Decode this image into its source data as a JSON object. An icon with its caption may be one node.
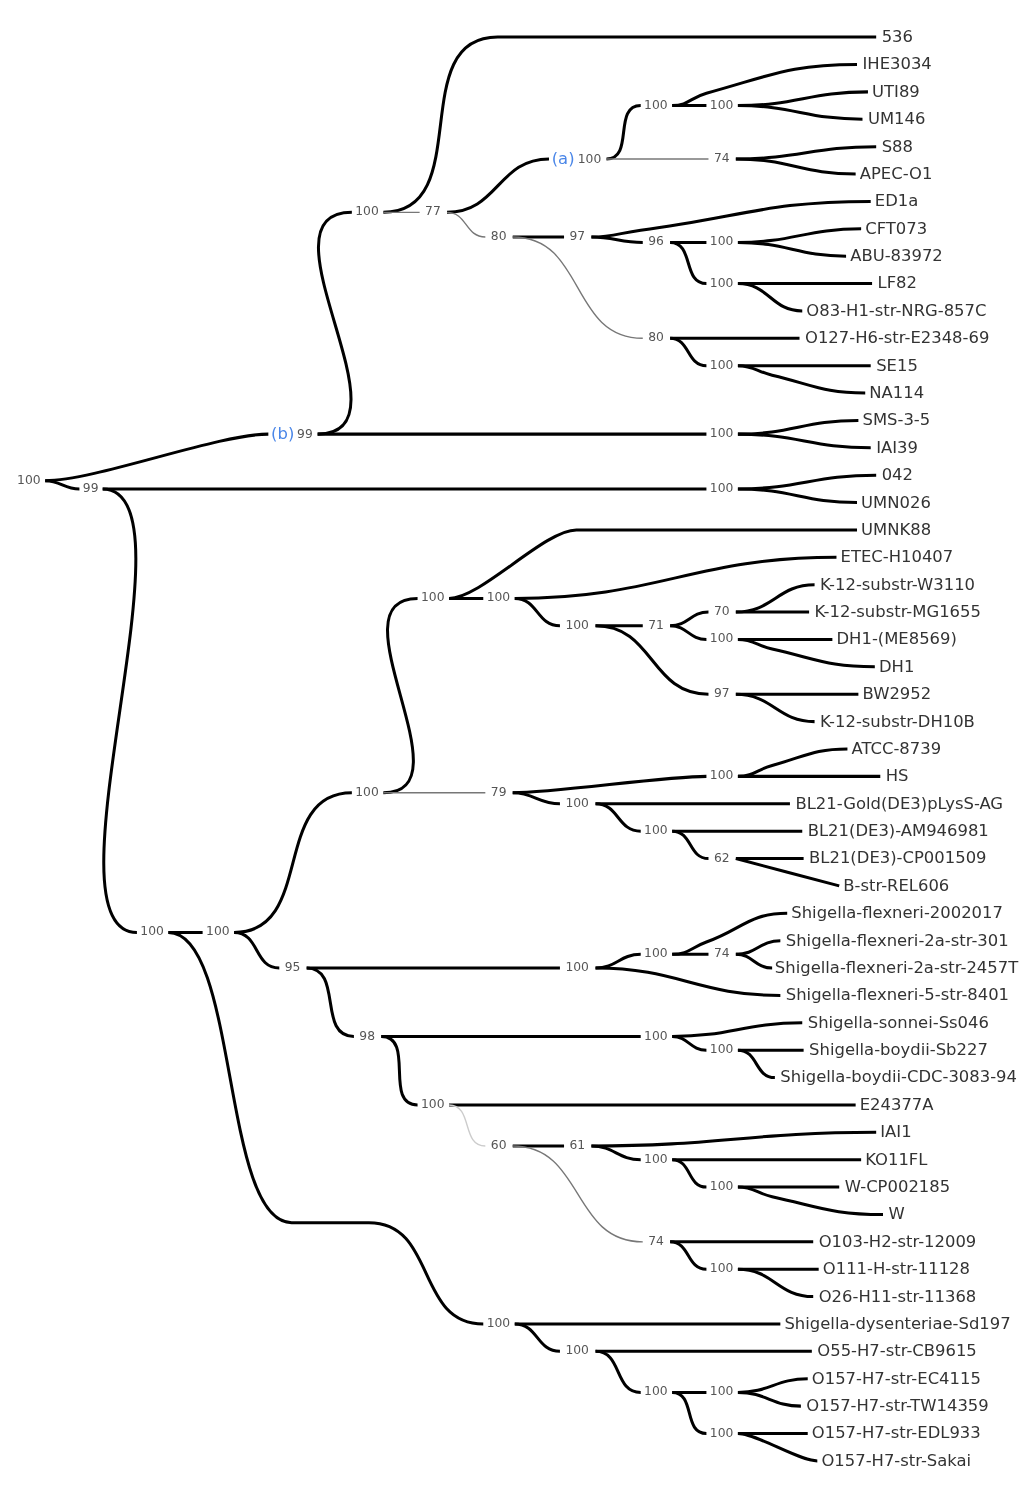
{
  "diagram": {
    "nodes": [
      {
        "text": [
          "100"
        ]
      },
      {
        "text": [
          "99"
        ],
        "beside": [
          "(b)"
        ]
      },
      {
        "text": [
          "100"
        ]
      },
      {
        "text": [
          "536"
        ]
      },
      {
        "text": [
          "77"
        ]
      },
      {
        "text": [
          "100"
        ],
        "beside": [
          "(a)"
        ]
      },
      {
        "text": [
          "100"
        ]
      },
      {
        "text": [
          "IHE3034"
        ]
      },
      {
        "text": [
          "100"
        ]
      },
      {
        "text": [
          "UTI89"
        ]
      },
      {
        "text": [
          "UM146"
        ]
      },
      {
        "text": [
          "74"
        ]
      },
      {
        "text": [
          "S88"
        ]
      },
      {
        "text": [
          "APEC-O1"
        ]
      },
      {
        "text": [
          "80"
        ]
      },
      {
        "text": [
          "97"
        ]
      },
      {
        "text": [
          "ED1a"
        ]
      },
      {
        "text": [
          "96"
        ]
      },
      {
        "text": [
          "100"
        ]
      },
      {
        "text": [
          "CFT073"
        ]
      },
      {
        "text": [
          "ABU-83972"
        ]
      },
      {
        "text": [
          "100"
        ]
      },
      {
        "text": [
          "LF82"
        ]
      },
      {
        "text": [
          "O83-H1-str-NRG-857C"
        ]
      },
      {
        "text": [
          "80"
        ]
      },
      {
        "text": [
          "O127-H6-str-E2348-69"
        ]
      },
      {
        "text": [
          "100"
        ]
      },
      {
        "text": [
          "SE15"
        ]
      },
      {
        "text": [
          "NA114"
        ]
      },
      {
        "text": [
          "100"
        ]
      },
      {
        "text": [
          "SMS-3-5"
        ]
      },
      {
        "text": [
          "IAI39"
        ]
      },
      {
        "text": [
          "99"
        ]
      },
      {
        "text": [
          "100"
        ]
      },
      {
        "text": [
          "042"
        ]
      },
      {
        "text": [
          "UMN026"
        ]
      },
      {
        "text": [
          "100"
        ]
      },
      {
        "text": [
          "100"
        ]
      },
      {
        "text": [
          "100"
        ]
      },
      {
        "text": [
          "100"
        ]
      },
      {
        "text": [
          "UMNK88"
        ]
      },
      {
        "text": [
          "100"
        ]
      },
      {
        "text": [
          "ETEC-H10407"
        ]
      },
      {
        "text": [
          "100"
        ]
      },
      {
        "text": [
          "71"
        ]
      },
      {
        "text": [
          "70"
        ]
      },
      {
        "text": [
          "K-12-substr-W3110"
        ]
      },
      {
        "text": [
          "K-12-substr-MG1655"
        ]
      },
      {
        "text": [
          "100"
        ]
      },
      {
        "text": [
          "DH1-(ME8569)"
        ]
      },
      {
        "text": [
          "DH1"
        ]
      },
      {
        "text": [
          "97"
        ]
      },
      {
        "text": [
          "BW2952"
        ]
      },
      {
        "text": [
          "K-12-substr-DH10B"
        ]
      },
      {
        "text": [
          "79"
        ]
      },
      {
        "text": [
          "100"
        ]
      },
      {
        "text": [
          "ATCC-8739"
        ]
      },
      {
        "text": [
          "HS"
        ]
      },
      {
        "text": [
          "100"
        ]
      },
      {
        "text": [
          "BL21-Gold(DE3)pLysS-AG"
        ]
      },
      {
        "text": [
          "100"
        ]
      },
      {
        "text": [
          "BL21(DE3)-AM946981"
        ]
      },
      {
        "text": [
          "62"
        ]
      },
      {
        "text": [
          "BL21(DE3)-CP001509"
        ]
      },
      {
        "text": [
          "B-str-REL606"
        ]
      },
      {
        "text": [
          "95"
        ]
      },
      {
        "text": [
          "100"
        ]
      },
      {
        "text": [
          "100"
        ]
      },
      {
        "text": [
          "Shigella-flexneri-2002017"
        ]
      },
      {
        "text": [
          "74"
        ]
      },
      {
        "text": [
          "Shigella-flexneri-2a-str-301"
        ]
      },
      {
        "text": [
          "Shigella-flexneri-2a-str-2457T"
        ]
      },
      {
        "text": [
          "Shigella-flexneri-5-str-8401"
        ]
      },
      {
        "text": [
          "98"
        ]
      },
      {
        "text": [
          "100"
        ]
      },
      {
        "text": [
          "Shigella-sonnei-Ss046"
        ]
      },
      {
        "text": [
          "100"
        ]
      },
      {
        "text": [
          "Shigella-boydii-Sb227"
        ]
      },
      {
        "text": [
          "Shigella-boydii-CDC-3083-94"
        ]
      },
      {
        "text": [
          "100"
        ]
      },
      {
        "text": [
          "E24377A"
        ]
      },
      {
        "text": [
          "60"
        ]
      },
      {
        "text": [
          "61"
        ]
      },
      {
        "text": [
          "IAI1"
        ]
      },
      {
        "text": [
          "100"
        ]
      },
      {
        "text": [
          "KO11FL"
        ]
      },
      {
        "text": [
          "100"
        ]
      },
      {
        "text": [
          "W-CP002185"
        ]
      },
      {
        "text": [
          "W"
        ]
      },
      {
        "text": [
          "74"
        ]
      },
      {
        "text": [
          "O103-H2-str-12009"
        ]
      },
      {
        "text": [
          "100"
        ]
      },
      {
        "text": [
          "O111-H-str-11128"
        ]
      },
      {
        "text": [
          "O26-H11-str-11368"
        ]
      },
      {
        "text": [
          "100"
        ]
      },
      {
        "text": [
          "Shigella-dysenteriae-Sd197"
        ]
      },
      {
        "text": [
          "100"
        ]
      },
      {
        "text": [
          "O55-H7-str-CB9615"
        ]
      },
      {
        "text": [
          "100"
        ]
      },
      {
        "text": [
          "100"
        ]
      },
      {
        "text": [
          "O157-H7-str-EC4115"
        ]
      },
      {
        "text": [
          "O157-H7-str-TW14359"
        ]
      },
      {
        "text": [
          "100"
        ]
      },
      {
        "text": [
          "O157-H7-str-EDL933"
        ]
      },
      {
        "text": [
          "O157-H7-str-Sakai"
        ]
      }
    ],
    "edges": [
      {
        "from": 0,
        "to": 1,
        "arrow": "none"
      },
      {
        "from": 0,
        "to": 32,
        "arrow": "none"
      },
      {
        "from": 1,
        "to": 2,
        "arrow": "none"
      },
      {
        "from": 1,
        "to": 29,
        "arrow": "none"
      },
      {
        "from": 2,
        "to": 3,
        "arrow": "none"
      },
      {
        "from": 2,
        "to": 4,
        "arrow": "none",
        "color": "#777777"
      },
      {
        "from": 4,
        "to": 5,
        "arrow": "none"
      },
      {
        "from": 4,
        "to": 14,
        "arrow": "none",
        "color": "#777777"
      },
      {
        "from": 5,
        "to": 6,
        "arrow": "none"
      },
      {
        "from": 5,
        "to": 11,
        "arrow": "none",
        "color": "#777777"
      },
      {
        "from": 6,
        "to": 7,
        "arrow": "none"
      },
      {
        "from": 6,
        "to": 8,
        "arrow": "none"
      },
      {
        "from": 8,
        "to": 9,
        "arrow": "none"
      },
      {
        "from": 8,
        "to": 10,
        "arrow": "none"
      },
      {
        "from": 11,
        "to": 12,
        "arrow": "none"
      },
      {
        "from": 11,
        "to": 13,
        "arrow": "none"
      },
      {
        "from": 14,
        "to": 15,
        "arrow": "none"
      },
      {
        "from": 14,
        "to": 24,
        "arrow": "none",
        "color": "#777777"
      },
      {
        "from": 15,
        "to": 16,
        "arrow": "none"
      },
      {
        "from": 15,
        "to": 17,
        "arrow": "none"
      },
      {
        "from": 17,
        "to": 18,
        "arrow": "none"
      },
      {
        "from": 17,
        "to": 21,
        "arrow": "none"
      },
      {
        "from": 18,
        "to": 19,
        "arrow": "none"
      },
      {
        "from": 18,
        "to": 20,
        "arrow": "none"
      },
      {
        "from": 21,
        "to": 22,
        "arrow": "none"
      },
      {
        "from": 21,
        "to": 23,
        "arrow": "none"
      },
      {
        "from": 24,
        "to": 25,
        "arrow": "none"
      },
      {
        "from": 24,
        "to": 26,
        "arrow": "none"
      },
      {
        "from": 26,
        "to": 27,
        "arrow": "none"
      },
      {
        "from": 26,
        "to": 28,
        "arrow": "none"
      },
      {
        "from": 29,
        "to": 30,
        "arrow": "none"
      },
      {
        "from": 29,
        "to": 31,
        "arrow": "none"
      },
      {
        "from": 32,
        "to": 33,
        "arrow": "none"
      },
      {
        "from": 32,
        "to": 36,
        "arrow": "none"
      },
      {
        "from": 33,
        "to": 34,
        "arrow": "none"
      },
      {
        "from": 33,
        "to": 35,
        "arrow": "none"
      },
      {
        "from": 36,
        "to": 37,
        "arrow": "none"
      },
      {
        "from": 36,
        "to": 94,
        "arrow": "none"
      },
      {
        "from": 37,
        "to": 38,
        "arrow": "none"
      },
      {
        "from": 37,
        "to": 65,
        "arrow": "none"
      },
      {
        "from": 38,
        "to": 39,
        "arrow": "none"
      },
      {
        "from": 38,
        "to": 54,
        "arrow": "none",
        "color": "#777777"
      },
      {
        "from": 39,
        "to": 40,
        "arrow": "none"
      },
      {
        "from": 39,
        "to": 41,
        "arrow": "none"
      },
      {
        "from": 41,
        "to": 42,
        "arrow": "none"
      },
      {
        "from": 41,
        "to": 43,
        "arrow": "none"
      },
      {
        "from": 43,
        "to": 44,
        "arrow": "none"
      },
      {
        "from": 43,
        "to": 51,
        "arrow": "none"
      },
      {
        "from": 44,
        "to": 45,
        "arrow": "none"
      },
      {
        "from": 44,
        "to": 48,
        "arrow": "none"
      },
      {
        "from": 45,
        "to": 46,
        "arrow": "none"
      },
      {
        "from": 45,
        "to": 47,
        "arrow": "none"
      },
      {
        "from": 48,
        "to": 49,
        "arrow": "none"
      },
      {
        "from": 48,
        "to": 50,
        "arrow": "none"
      },
      {
        "from": 51,
        "to": 52,
        "arrow": "none"
      },
      {
        "from": 51,
        "to": 53,
        "arrow": "none"
      },
      {
        "from": 54,
        "to": 55,
        "arrow": "none"
      },
      {
        "from": 54,
        "to": 58,
        "arrow": "none"
      },
      {
        "from": 55,
        "to": 56,
        "arrow": "none"
      },
      {
        "from": 55,
        "to": 57,
        "arrow": "none"
      },
      {
        "from": 58,
        "to": 59,
        "arrow": "none"
      },
      {
        "from": 58,
        "to": 60,
        "arrow": "none"
      },
      {
        "from": 60,
        "to": 61,
        "arrow": "none"
      },
      {
        "from": 60,
        "to": 62,
        "arrow": "none"
      },
      {
        "from": 62,
        "to": 63,
        "arrow": "none"
      },
      {
        "from": 62,
        "to": 64,
        "arrow": "none"
      },
      {
        "from": 65,
        "to": 66,
        "arrow": "none"
      },
      {
        "from": 65,
        "to": 73,
        "arrow": "none"
      },
      {
        "from": 66,
        "to": 67,
        "arrow": "none"
      },
      {
        "from": 66,
        "to": 72,
        "arrow": "none"
      },
      {
        "from": 67,
        "to": 68,
        "arrow": "none"
      },
      {
        "from": 67,
        "to": 69,
        "arrow": "none"
      },
      {
        "from": 69,
        "to": 70,
        "arrow": "none"
      },
      {
        "from": 69,
        "to": 71,
        "arrow": "none"
      },
      {
        "from": 73,
        "to": 74,
        "arrow": "none"
      },
      {
        "from": 73,
        "to": 79,
        "arrow": "none"
      },
      {
        "from": 74,
        "to": 75,
        "arrow": "none"
      },
      {
        "from": 74,
        "to": 76,
        "arrow": "none"
      },
      {
        "from": 76,
        "to": 77,
        "arrow": "none"
      },
      {
        "from": 76,
        "to": 78,
        "arrow": "none"
      },
      {
        "from": 79,
        "to": 80,
        "arrow": "none"
      },
      {
        "from": 79,
        "to": 81,
        "arrow": "none",
        "color": "#cccccc"
      },
      {
        "from": 81,
        "to": 82,
        "arrow": "none"
      },
      {
        "from": 81,
        "to": 89,
        "arrow": "none",
        "color": "#777777"
      },
      {
        "from": 82,
        "to": 83,
        "arrow": "none"
      },
      {
        "from": 82,
        "to": 84,
        "arrow": "none"
      },
      {
        "from": 84,
        "to": 85,
        "arrow": "none"
      },
      {
        "from": 84,
        "to": 86,
        "arrow": "none"
      },
      {
        "from": 86,
        "to": 87,
        "arrow": "none"
      },
      {
        "from": 86,
        "to": 88,
        "arrow": "none"
      },
      {
        "from": 89,
        "to": 90,
        "arrow": "none"
      },
      {
        "from": 89,
        "to": 91,
        "arrow": "none"
      },
      {
        "from": 91,
        "to": 92,
        "arrow": "none"
      },
      {
        "from": 91,
        "to": 93,
        "arrow": "none"
      },
      {
        "from": 94,
        "to": 95,
        "arrow": "none"
      },
      {
        "from": 94,
        "to": 96,
        "arrow": "none"
      },
      {
        "from": 96,
        "to": 97,
        "arrow": "none"
      },
      {
        "from": 96,
        "to": 98,
        "arrow": "none"
      },
      {
        "from": 98,
        "to": 99,
        "arrow": "none"
      },
      {
        "from": 98,
        "to": 102,
        "arrow": "none"
      },
      {
        "from": 99,
        "to": 100,
        "arrow": "none"
      },
      {
        "from": 99,
        "to": 101,
        "arrow": "none"
      },
      {
        "from": 102,
        "to": 103,
        "arrow": "none"
      },
      {
        "from": 102,
        "to": 104,
        "arrow": "none"
      }
    ]
  }
}
